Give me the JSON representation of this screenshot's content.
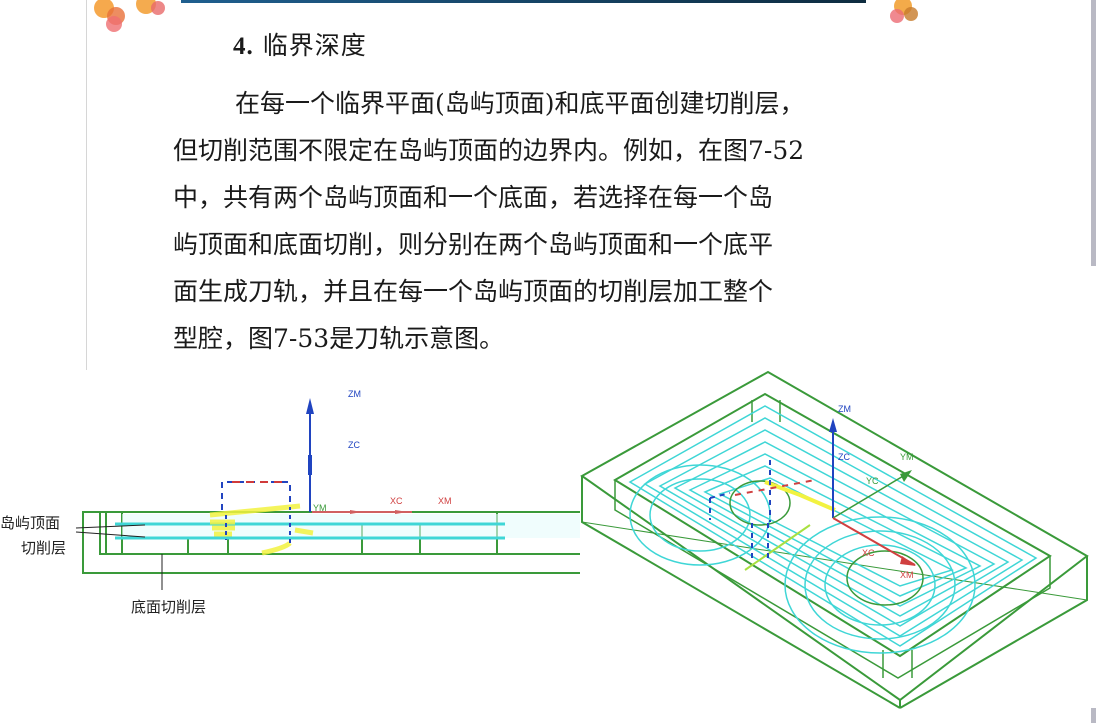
{
  "slide": {
    "heading": {
      "number": "4.",
      "title": "临界深度"
    },
    "paragraph_lines": [
      "在每一个临界平面(岛屿顶面)和底平面创建切削层，",
      "但切削范围不限定在岛屿顶面的边界内。例如，在图7-52",
      "中，共有两个岛屿顶面和一个底面，若选择在每一个岛",
      "屿顶面和底面切削，则分别在两个岛屿顶面和一个底平",
      "面生成刀轨，并且在每一个岛屿顶面的切削层加工整个",
      "型腔，图7-53是刀轨示意图。"
    ]
  },
  "figure_left": {
    "labels": {
      "island_top_line1": "岛屿顶面",
      "island_top_line2": "切削层",
      "bottom_layer": "底面切削层"
    },
    "axes": {
      "zm": "ZM",
      "zc": "ZC",
      "xc": "XC",
      "xm": "XM",
      "ym": "YM"
    }
  },
  "figure_right": {
    "axes": {
      "zm": "ZM",
      "zc": "ZC",
      "yc": "YC",
      "ym": "YM",
      "xc": "XC",
      "xm": "XM"
    }
  },
  "colors": {
    "part_outline": "#3a9a3a",
    "toolpath": "#3fd6d6",
    "z_axis": "#2044c0",
    "x_axis": "#d04040",
    "highlight": "#f2f240",
    "top_bar": "#12374f"
  }
}
